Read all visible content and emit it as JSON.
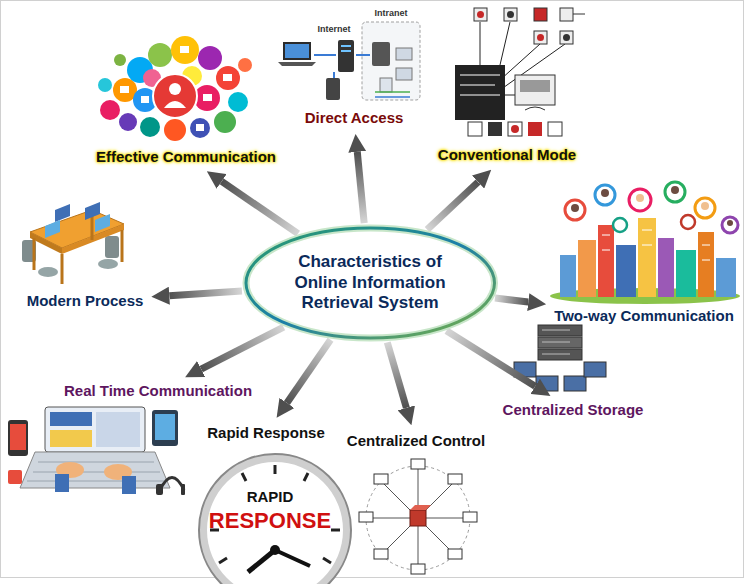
{
  "diagram": {
    "nodes": [
      {
        "text": [
          "Characteristics of Online Information Retrieval System"
        ]
      },
      {
        "text": [
          "Effective Communication"
        ]
      },
      {
        "text": [
          "Direct Access"
        ]
      },
      {
        "text": [
          "Conventional Mode"
        ]
      },
      {
        "text": [
          "Two-way Communication"
        ]
      },
      {
        "text": [
          "Centralized Storage"
        ]
      },
      {
        "text": [
          "Centralized Control"
        ]
      },
      {
        "text": [
          "Rapid Response"
        ]
      },
      {
        "text": [
          "Real Time Communication"
        ]
      },
      {
        "text": [
          "Modern Process"
        ]
      }
    ],
    "edges": [
      {
        "from": 0,
        "to": 1,
        "arrow": "to"
      },
      {
        "from": 0,
        "to": 2,
        "arrow": "to"
      },
      {
        "from": 0,
        "to": 3,
        "arrow": "to"
      },
      {
        "from": 0,
        "to": 4,
        "arrow": "to"
      },
      {
        "from": 0,
        "to": 5,
        "arrow": "to"
      },
      {
        "from": 0,
        "to": 6,
        "arrow": "to"
      },
      {
        "from": 0,
        "to": 7,
        "arrow": "to"
      },
      {
        "from": 0,
        "to": 8,
        "arrow": "to"
      },
      {
        "from": 0,
        "to": 9,
        "arrow": "to"
      }
    ],
    "labels": [
      "Internet",
      "Intranet",
      "RAPID",
      "RESPONSE"
    ]
  }
}
